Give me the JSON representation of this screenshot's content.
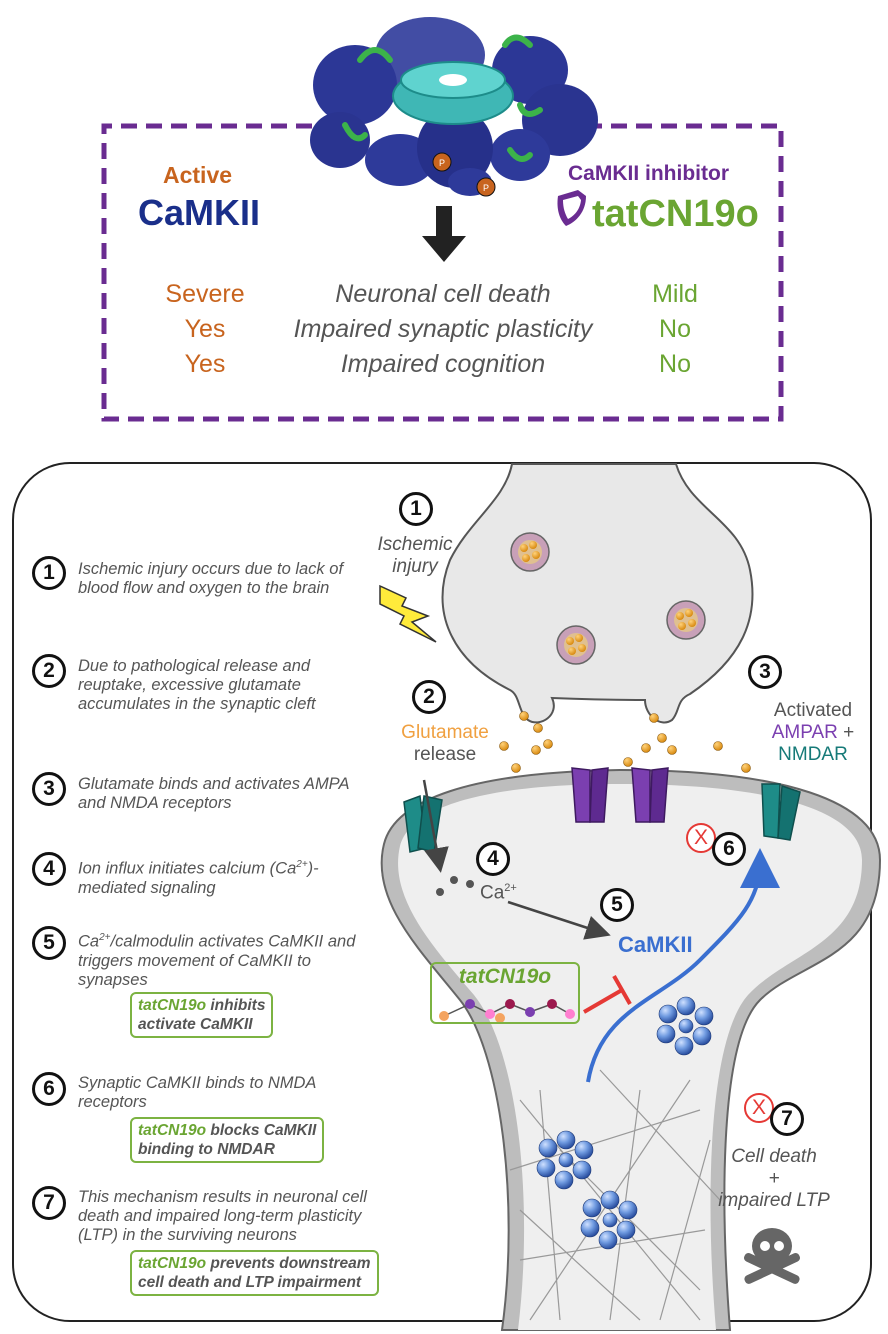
{
  "top": {
    "active_label": "Active",
    "camkii_label": "CaMKII",
    "inhibitor_label": "CaMKII inhibitor",
    "inhibitor_name": "tatCN19o",
    "phospho_label": "P",
    "rows": [
      {
        "left": "Severe",
        "middle": "Neuronal cell death",
        "right": "Mild"
      },
      {
        "left": "Yes",
        "middle": "Impaired synaptic plasticity",
        "right": "No"
      },
      {
        "left": "Yes",
        "middle": "Impaired cognition",
        "right": "No"
      }
    ]
  },
  "steps": [
    {
      "num": "1",
      "text": "Ischemic injury occurs due to lack of blood flow and oxygen to the brain"
    },
    {
      "num": "2",
      "text": "Due to pathological release and reuptake, excessive glutamate accumulates in the synaptic cleft"
    },
    {
      "num": "3",
      "text": "Glutamate binds and activates AMPA and NMDA receptors"
    },
    {
      "num": "4",
      "text_pre": "Ion influx initiates calcium (Ca",
      "text_sup": "2+",
      "text_post": ")-mediated signaling"
    },
    {
      "num": "5",
      "text_pre": "Ca",
      "text_sup": "2+",
      "text_post": "/calmodulin activates CaMKII and triggers movement of CaMKII to synapses"
    },
    {
      "num": "6",
      "text": "Synaptic CaMKII binds to NMDA receptors"
    },
    {
      "num": "7",
      "text": "This mechanism results in neuronal cell death and impaired long-term plasticity (LTP) in the surviving neurons"
    }
  ],
  "boxes": [
    {
      "drug": "tatCN19o",
      "line1_rest": " inhibits",
      "line2": "activate CaMKII"
    },
    {
      "drug": "tatCN19o",
      "line1_rest": " blocks CaMKII",
      "line2": "binding to NMDAR"
    },
    {
      "drug": "tatCN19o",
      "line1_rest": " prevents downstream",
      "line2": "cell death and LTP impairment"
    }
  ],
  "diagram": {
    "n1": "1",
    "ischemic_1": "Ischemic",
    "ischemic_2": "injury",
    "n2": "2",
    "glutamate": "Glutamate",
    "release": "release",
    "n3": "3",
    "activated": "Activated",
    "ampar": "AMPAR",
    "plus": " +",
    "nmdar": "NMDAR",
    "n4": "4",
    "ca": "Ca",
    "ca_sup": "2+",
    "n5": "5",
    "camkii": "CaMKII",
    "drug": "tatCN19o",
    "n6": "6",
    "x": "X",
    "n7": "7",
    "cell_death": "Cell death",
    "plus2": "+",
    "impaired_ltp": "impaired LTP"
  },
  "colors": {
    "orange": "#c8641e",
    "navy": "#1a2f8a",
    "purple": "#6a2c91",
    "green": "#6aa532",
    "teal": "#167a78",
    "glutamate": "#f0a040",
    "camkii_blue": "#3a6fd0",
    "red": "#e53935"
  }
}
